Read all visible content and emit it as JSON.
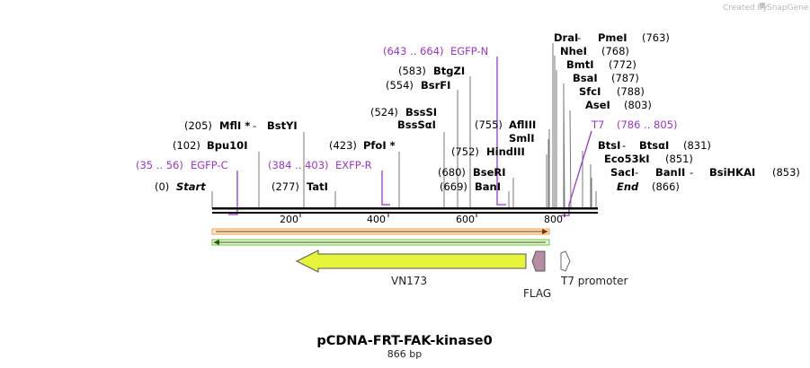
{
  "watermark": {
    "text": "Created by",
    "brand": "SnapGene"
  },
  "plasmid": {
    "name": "pCDNA-FRT-FAK-kinase0",
    "length_label": "866 bp"
  },
  "axis": {
    "ticks": [
      "200",
      "400",
      "600",
      "800"
    ]
  },
  "start_marker": {
    "pos": "(0)",
    "label": "Start"
  },
  "end_marker": {
    "label": "End",
    "pos": "(866)"
  },
  "left_sites": [
    {
      "pos": "(102)",
      "name": "Bpu10I"
    },
    {
      "pos": "(205)",
      "name_a": "MflI *",
      "sep": " - ",
      "name_b": "BstYI"
    },
    {
      "pos": "(277)",
      "name": "TatI"
    },
    {
      "pos": "(423)",
      "name": "PfoI *"
    },
    {
      "pos": "(524)",
      "name": "BssSI"
    },
    {
      "name": "BssSαI"
    },
    {
      "pos": "(554)",
      "name": "BsrFI"
    },
    {
      "pos": "(583)",
      "name": "BtgZI"
    },
    {
      "pos": "(669)",
      "name": "BanI"
    },
    {
      "pos": "(680)",
      "name": "BseRI"
    },
    {
      "pos": "(752)",
      "name": "HindIII"
    },
    {
      "name": "SmlI"
    },
    {
      "pos": "(755)",
      "name": "AflIII"
    }
  ],
  "right_sites": [
    {
      "name_a": "DraI",
      "sep": "  -  ",
      "name_b": "PmeI",
      "pos": "(763)"
    },
    {
      "name": "NheI",
      "pos": "(768)"
    },
    {
      "name": "BmtI",
      "pos": "(772)"
    },
    {
      "name": "BsaI",
      "pos": "(787)"
    },
    {
      "name": "SfcI",
      "pos": "(788)"
    },
    {
      "name": "AseI",
      "pos": "(803)"
    },
    {
      "name_a": "BtsI",
      "sep": " - ",
      "name_b": "BtsαI",
      "pos": "(831)"
    },
    {
      "name": "Eco53kI",
      "pos": "(851)"
    },
    {
      "name_a": "SacI",
      "sep": " - ",
      "name_b": "BanII",
      "sep2": " - ",
      "name_c": "BsiHKAI",
      "pos": "(853)"
    }
  ],
  "primers": [
    {
      "range": "(35 .. 56)",
      "name": "EGFP-C"
    },
    {
      "range": "(384 .. 403)",
      "name": "EXFP-R"
    },
    {
      "range": "(643 .. 664)",
      "name": "EGFP-N"
    },
    {
      "name": "T7",
      "range": "(786 .. 805)"
    }
  ],
  "features": {
    "vn173": "VN173",
    "flag": "FLAG",
    "t7_promoter": "T7 promoter"
  },
  "colors": {
    "primer": "#9a35c9",
    "vn173": "#e6f53a",
    "flag": "#b88ca2",
    "orf_forward": "#f0a050",
    "orf_reverse": "#6cc040",
    "backbone": "#000000"
  }
}
